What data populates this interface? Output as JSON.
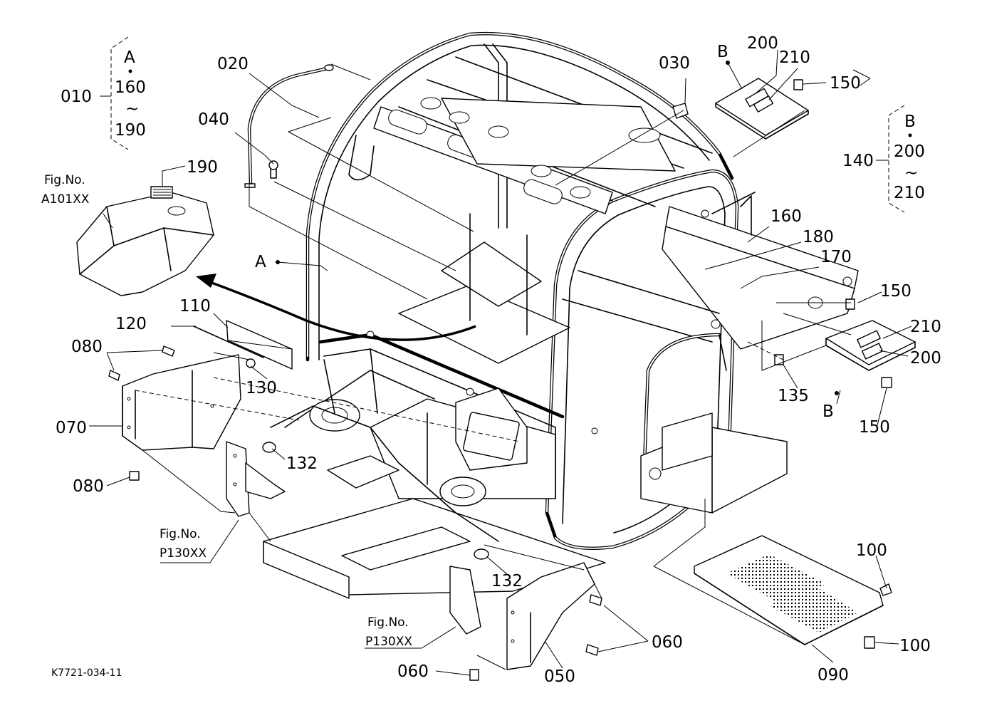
{
  "drawing_code": "K7721-034-11",
  "group_labels": {
    "g010": {
      "number": "010",
      "letter": "A",
      "from": "160",
      "to": "190",
      "tilde": "~"
    },
    "g140": {
      "number": "140",
      "letter": "B",
      "from": "200",
      "to": "210",
      "tilde": "~"
    }
  },
  "reference_labels": {
    "fig_tank": {
      "line1": "Fig.No.",
      "line2": "A101XX"
    },
    "fig_p130_left": {
      "line1": "Fig.No.",
      "line2": "P130XX"
    },
    "fig_p130_bottom": {
      "line1": "Fig.No.",
      "line2": "P130XX"
    }
  },
  "callouts": {
    "c020": "020",
    "c030": "030",
    "c040": "040",
    "c190": "190",
    "c200_top": "200",
    "c210_top": "210",
    "c150_top": "150",
    "cB_top": "B",
    "c160": "160",
    "c180": "180",
    "c170": "170",
    "cA": "A",
    "c110": "110",
    "c120": "120",
    "c080_top": "080",
    "c130": "130",
    "c070": "070",
    "c080_bottom": "080",
    "c132_left": "132",
    "c150_mid": "150",
    "c210_right": "210",
    "c200_right": "200",
    "c135": "135",
    "cB_right": "B",
    "c150_bottom": "150",
    "c132_bottom": "132",
    "c060_right": "060",
    "c060_bottom": "060",
    "c050": "050",
    "c100_top": "100",
    "c100_bottom": "100",
    "c090": "090"
  }
}
